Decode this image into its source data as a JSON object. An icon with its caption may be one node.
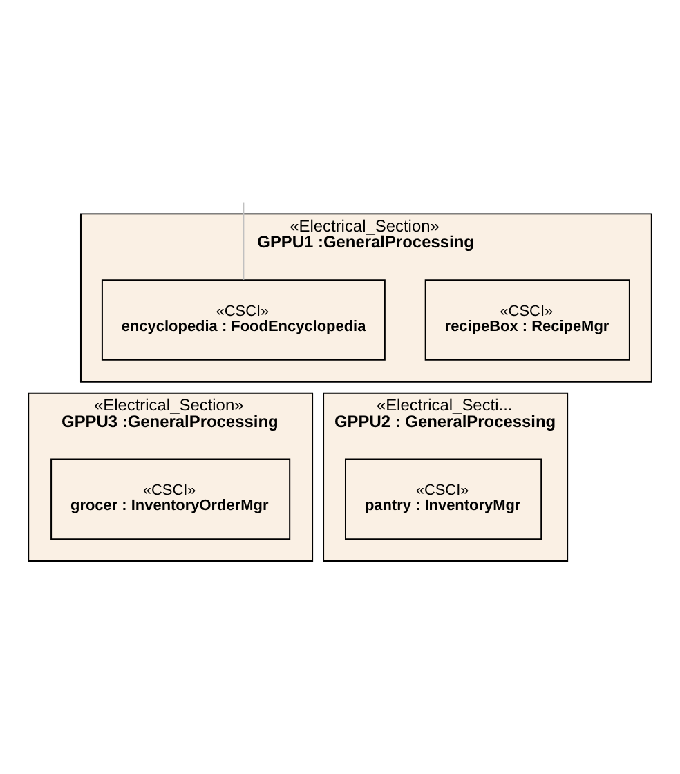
{
  "diagram": {
    "nodes": [
      {
        "text": [
          "«Electrical_Section»",
          "GPPU1 :GeneralProcessing"
        ]
      },
      {
        "text": [
          "«CSCI»",
          "encyclopedia : FoodEncyclopedia"
        ],
        "in": 0
      },
      {
        "text": [
          "«CSCI»",
          "recipeBox : RecipeMgr"
        ],
        "in": 0
      },
      {
        "text": [
          "«Electrical_Section»",
          "GPPU3 :GeneralProcessing"
        ]
      },
      {
        "text": [
          "«CSCI»",
          "grocer : InventoryOrderMgr"
        ],
        "in": 3
      },
      {
        "text": [
          "«Electrical_Secti...",
          "GPPU2 : GeneralProcessing"
        ]
      },
      {
        "text": [
          "«CSCI»",
          "pantry : InventoryMgr"
        ],
        "in": 5
      }
    ],
    "edges": [
      {
        "from": null,
        "to": 1,
        "arrow": "none",
        "color": "#c0c0c0"
      }
    ]
  }
}
